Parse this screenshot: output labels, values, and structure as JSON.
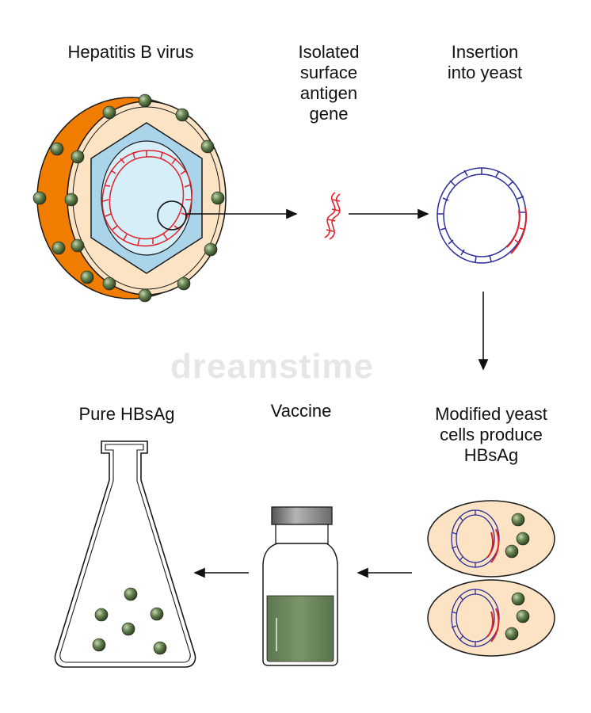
{
  "labels": {
    "virus": "Hepatitis B virus",
    "gene": "Isolated\nsurface\nantigen\ngene",
    "insertion": "Insertion\ninto yeast",
    "modified": "Modified yeast\ncells produce\nHBsAg",
    "vaccine": "Vaccine",
    "pure": "Pure HBsAg"
  },
  "watermark": "dreamstime",
  "colors": {
    "shell_orange": "#f07c00",
    "envelope_cream": "#fbe3c4",
    "capsid_blue": "#a9d4ea",
    "core_light_blue": "#d6eef7",
    "dna_red": "#e0202a",
    "dna_blue": "#2c2e9c",
    "antigen_green": "#4d6b3c",
    "vaccine_liquid": "#6f8a62",
    "cap_grey": "#7d7d7d"
  }
}
